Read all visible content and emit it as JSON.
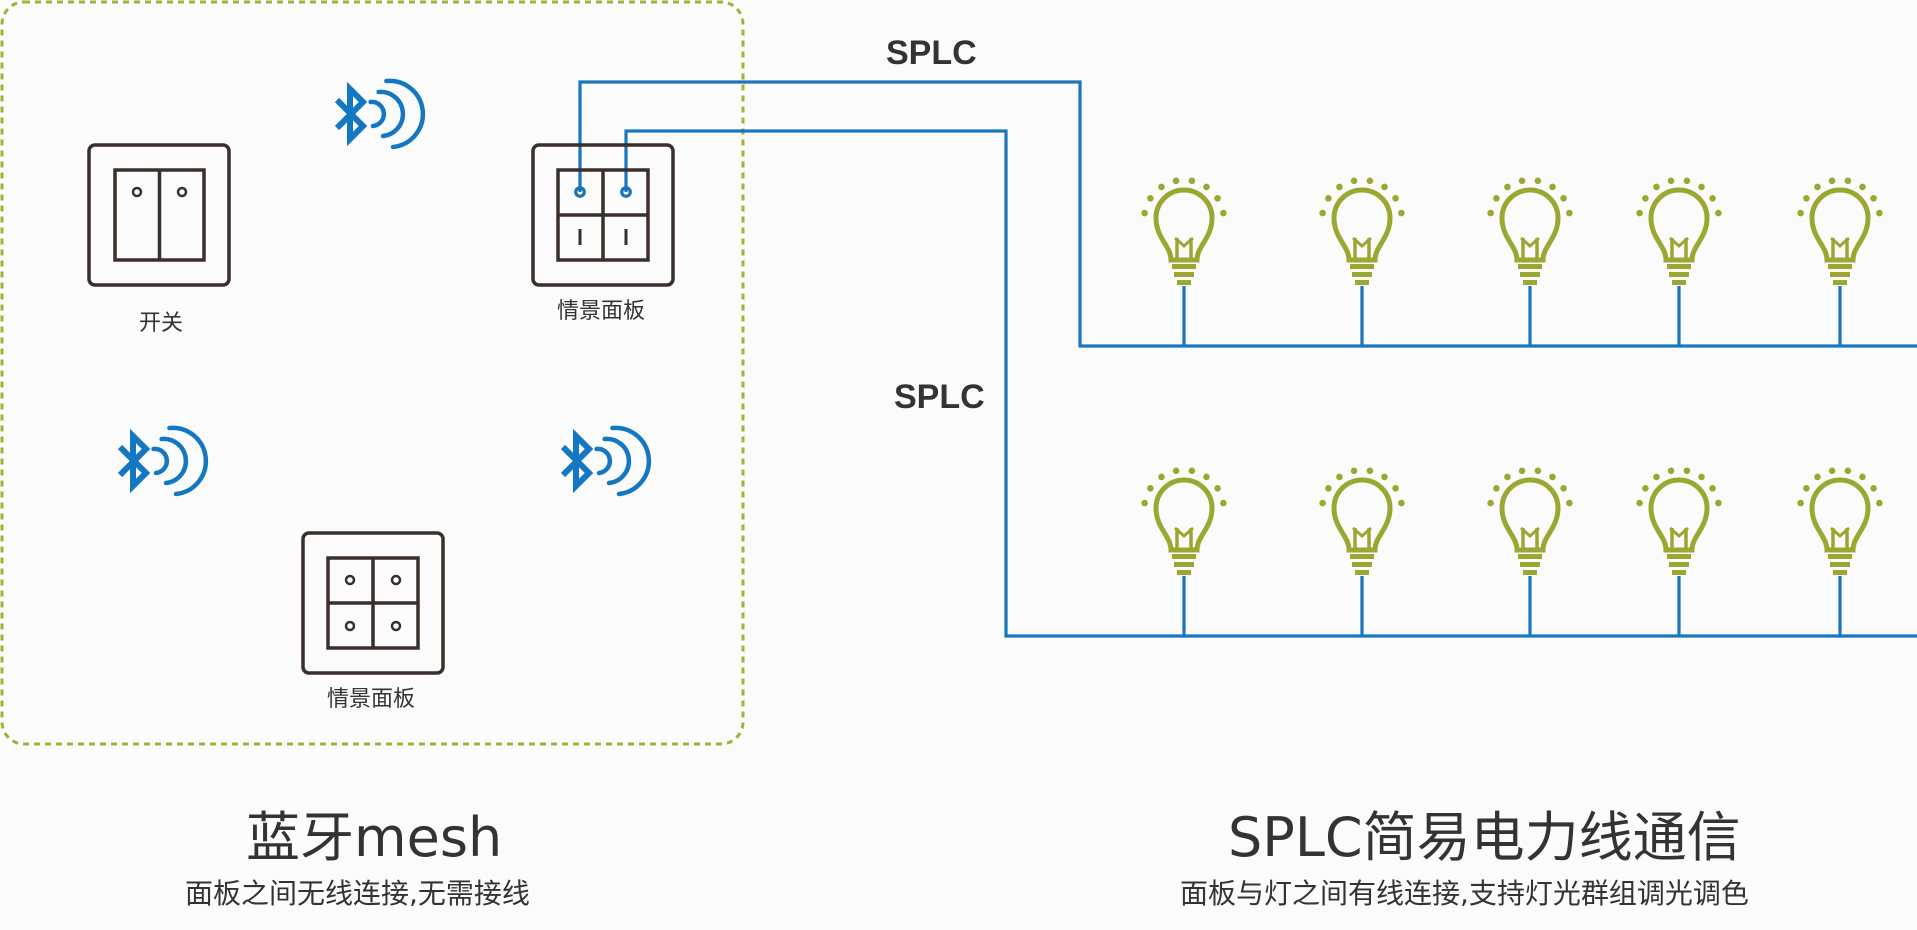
{
  "colors": {
    "bluetooth": "#1477c2",
    "wire": "#1a76bd",
    "bulb": "#9aa832",
    "mesh_border": "#a2b03a",
    "device": "#3a2f2b",
    "text": "#333333"
  },
  "icons": {
    "bluetooth": "bluetooth-icon",
    "bulb": "light-bulb-icon",
    "switch": "switch-icon",
    "scene_panel": "scene-panel-icon"
  },
  "mesh": {
    "devices": {
      "switch_label": "开关",
      "scene_panel_top_label": "情景面板",
      "scene_panel_bottom_label": "情景面板"
    },
    "title": "蓝牙mesh",
    "subtitle": "面板之间无线连接,无需接线"
  },
  "wiring": {
    "splc_top_label": "SPLC",
    "splc_bottom_label": "SPLC",
    "rows": [
      {
        "bulbs": 5
      },
      {
        "bulbs": 5
      }
    ]
  },
  "splc": {
    "title": "SPLC简易电力线通信",
    "subtitle": "面板与灯之间有线连接,支持灯光群组调光调色"
  }
}
